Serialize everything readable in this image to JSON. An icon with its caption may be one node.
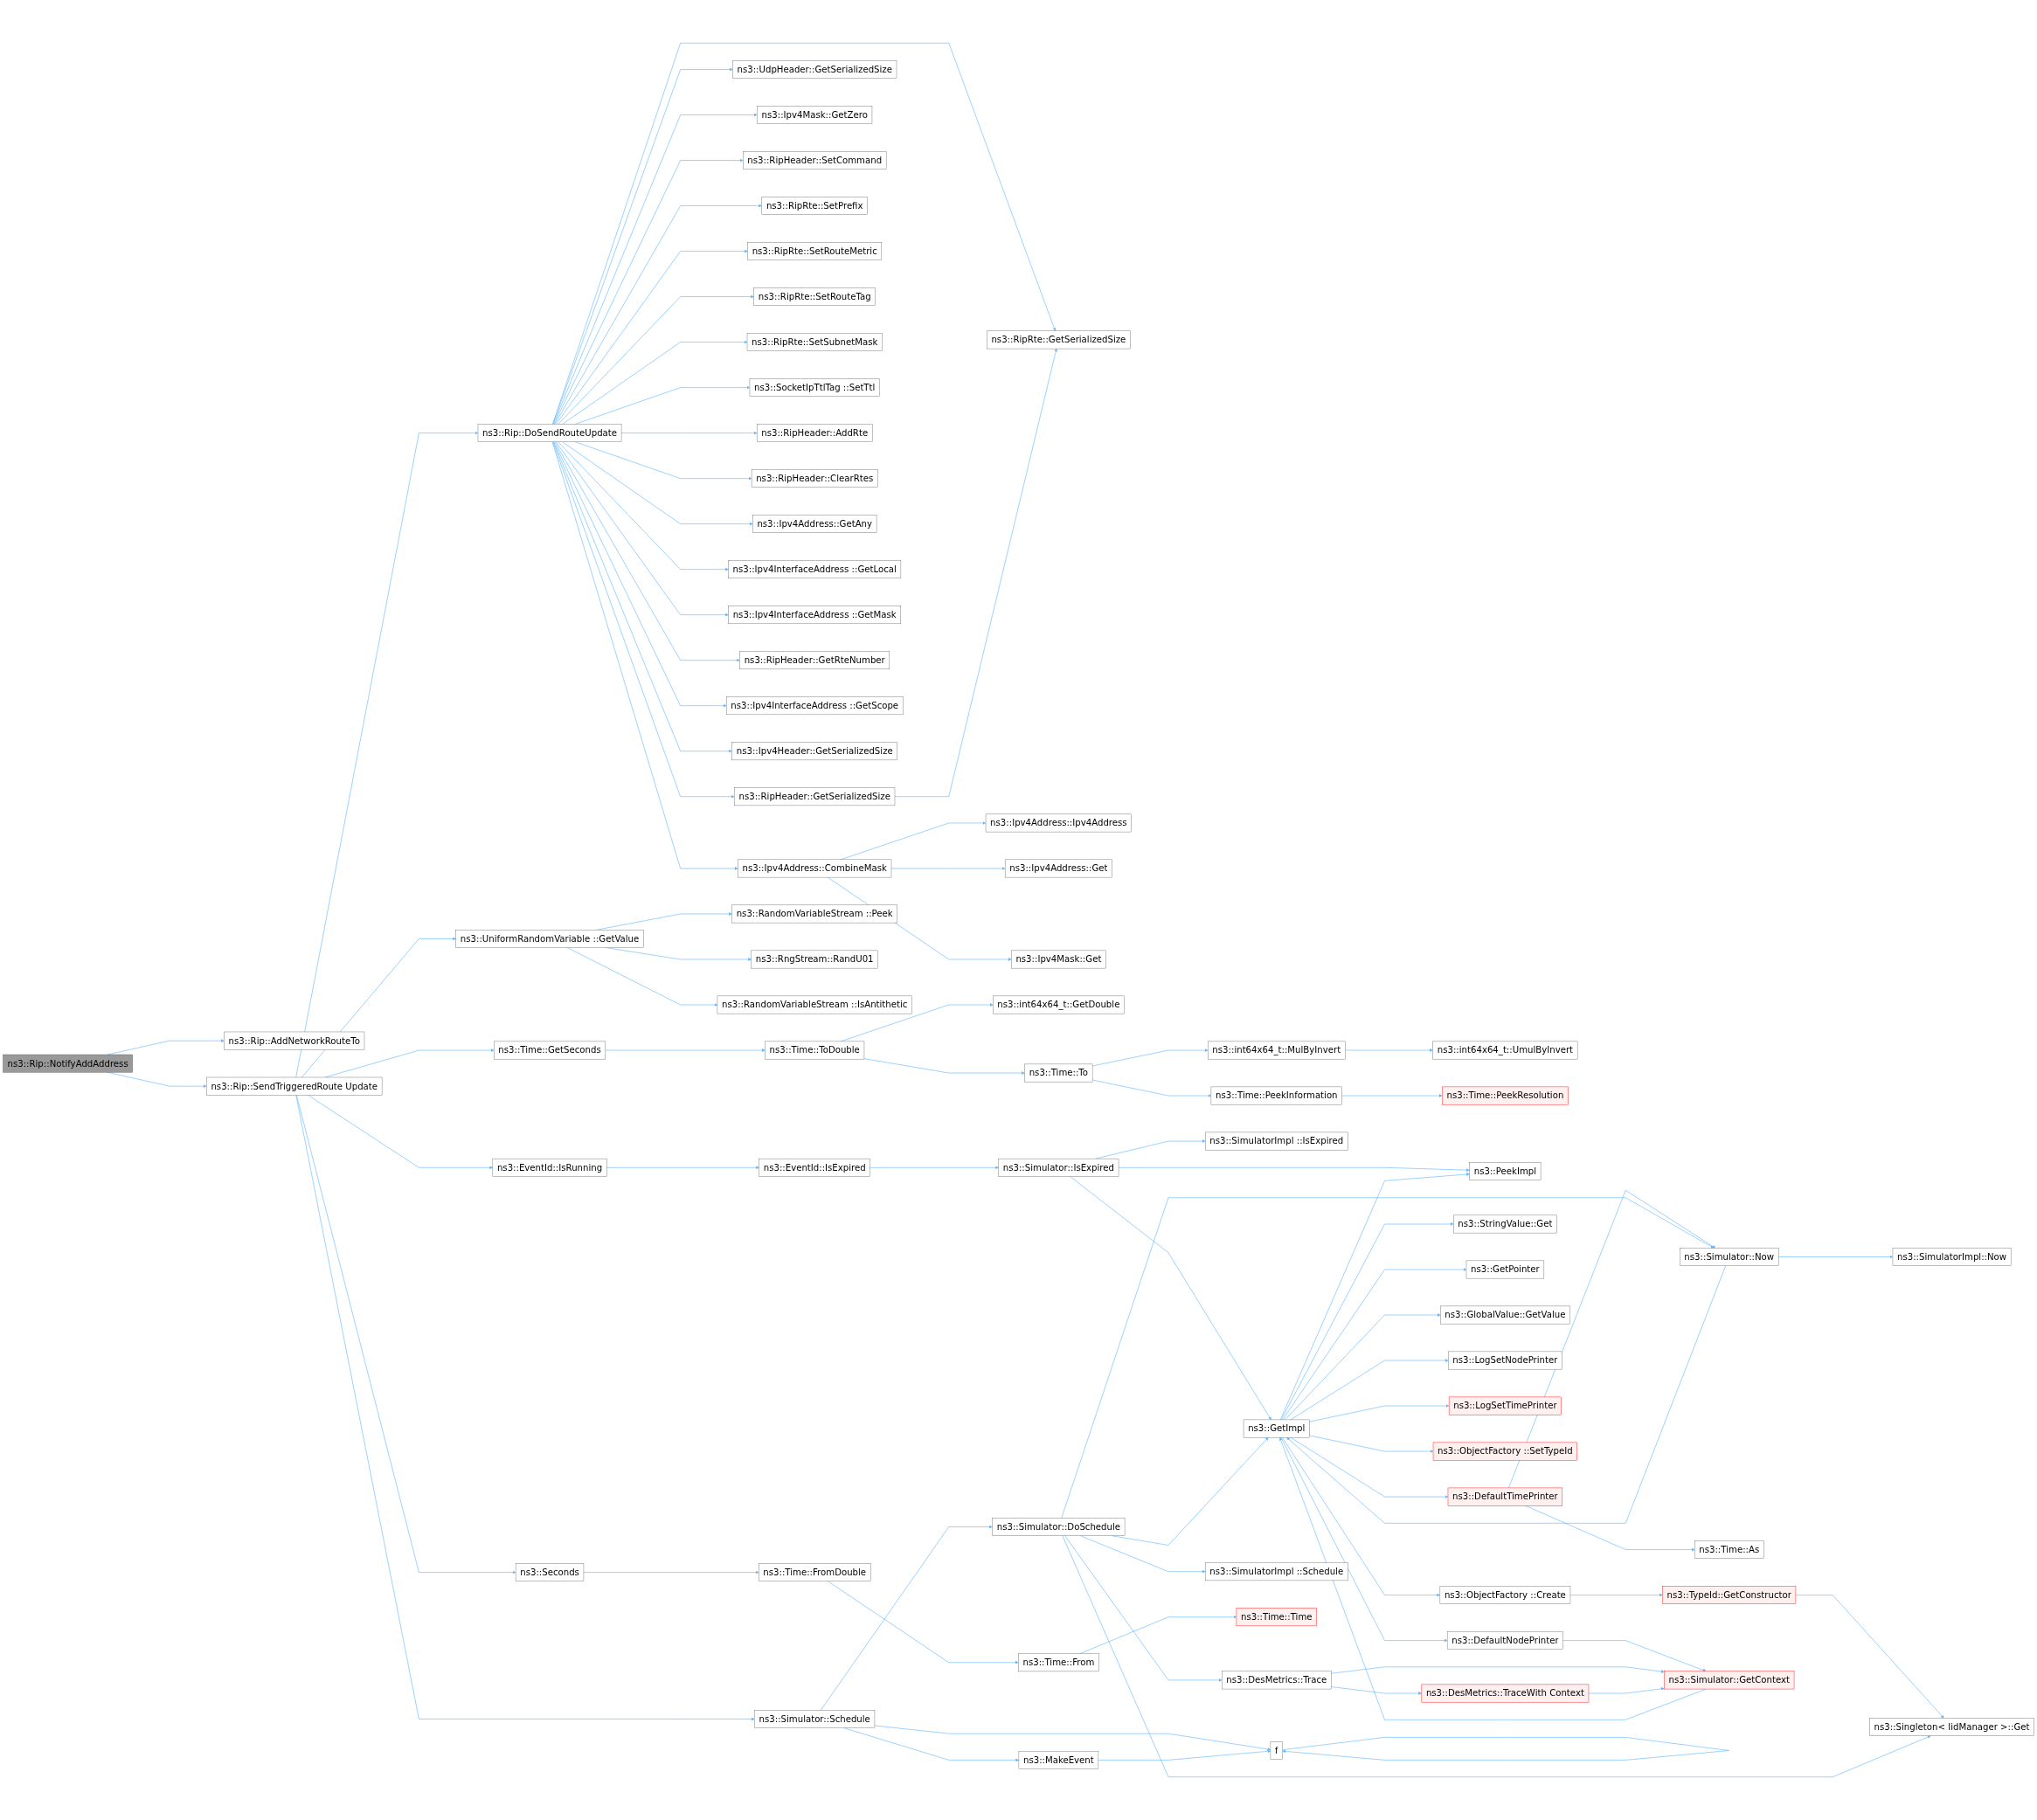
{
  "diagram": {
    "nodes": [
      {
        "text": [
          "ns3::Rip::NotifyAddAddress"
        ]
      },
      {
        "text": [
          "ns3::Rip::AddNetworkRouteTo"
        ]
      },
      {
        "text": [
          "ns3::Rip::SendTriggeredRoute Update"
        ]
      },
      {
        "text": [
          "ns3::Rip::DoSendRouteUpdate"
        ]
      },
      {
        "text": [
          "ns3::RipHeader::GetSerializedSize"
        ]
      },
      {
        "text": [
          "ns3::UdpHeader::GetSerializedSize"
        ]
      },
      {
        "text": [
          "ns3::Ipv4Mask::GetZero"
        ]
      },
      {
        "text": [
          "ns3::RipHeader::SetCommand"
        ]
      },
      {
        "text": [
          "ns3::RipRte::SetPrefix"
        ]
      },
      {
        "text": [
          "ns3::RipRte::SetRouteMetric"
        ]
      },
      {
        "text": [
          "ns3::RipRte::SetRouteTag"
        ]
      },
      {
        "text": [
          "ns3::RipRte::SetSubnetMask"
        ]
      },
      {
        "text": [
          "ns3::SocketIpTtlTag ::SetTtl"
        ]
      },
      {
        "text": [
          "ns3::RipHeader::AddRte"
        ]
      },
      {
        "text": [
          "ns3::RipHeader::ClearRtes"
        ]
      },
      {
        "text": [
          "ns3::RipRte::GetSerializedSize"
        ]
      },
      {
        "text": [
          "ns3::Ipv4Address::GetAny"
        ]
      },
      {
        "text": [
          "ns3::Ipv4InterfaceAddress ::GetLocal"
        ]
      },
      {
        "text": [
          "ns3::Ipv4InterfaceAddress ::GetMask"
        ]
      },
      {
        "text": [
          "ns3::RipHeader::GetRteNumber"
        ]
      },
      {
        "text": [
          "ns3::Ipv4InterfaceAddress ::GetScope"
        ]
      },
      {
        "text": [
          "ns3::Ipv4Header::GetSerializedSize"
        ]
      },
      {
        "text": [
          "ns3::Ipv4Address::CombineMask"
        ]
      },
      {
        "text": [
          "ns3::Ipv4Address::Ipv4Address"
        ]
      },
      {
        "text": [
          "ns3::Ipv4Address::Get"
        ]
      },
      {
        "text": [
          "ns3::Ipv4Mask::Get"
        ]
      },
      {
        "text": [
          "ns3::Time::GetSeconds"
        ]
      },
      {
        "text": [
          "ns3::Time::ToDouble"
        ]
      },
      {
        "text": [
          "ns3::int64x64_t::GetDouble"
        ]
      },
      {
        "text": [
          "ns3::Time::To"
        ]
      },
      {
        "text": [
          "ns3::int64x64_t::MulByInvert"
        ]
      },
      {
        "text": [
          "ns3::int64x64_t::UmulByInvert"
        ]
      },
      {
        "text": [
          "ns3::Time::PeekInformation"
        ]
      },
      {
        "text": [
          "ns3::Time::PeekResolution"
        ]
      },
      {
        "text": [
          "ns3::UniformRandomVariable ::GetValue"
        ]
      },
      {
        "text": [
          "ns3::RandomVariableStream ::Peek"
        ]
      },
      {
        "text": [
          "ns3::RngStream::RandU01"
        ]
      },
      {
        "text": [
          "ns3::RandomVariableStream ::IsAntithetic"
        ]
      },
      {
        "text": [
          "ns3::EventId::IsRunning"
        ]
      },
      {
        "text": [
          "ns3::EventId::IsExpired"
        ]
      },
      {
        "text": [
          "ns3::Simulator::IsExpired"
        ]
      },
      {
        "text": [
          "ns3::SimulatorImpl ::IsExpired"
        ]
      },
      {
        "text": [
          "ns3::PeekImpl"
        ]
      },
      {
        "text": [
          "ns3::Simulator::Schedule"
        ]
      },
      {
        "text": [
          "ns3::MakeEvent"
        ]
      },
      {
        "text": [
          "f"
        ]
      },
      {
        "text": [
          "ns3::Simulator::Now"
        ]
      },
      {
        "text": [
          "ns3::SimulatorImpl::Now"
        ]
      },
      {
        "text": [
          "ns3::DefaultTimePrinter"
        ]
      },
      {
        "text": [
          "ns3::Time::As"
        ]
      },
      {
        "text": [
          "ns3::StringValue::Get"
        ]
      },
      {
        "text": [
          "ns3::GetPointer"
        ]
      },
      {
        "text": [
          "ns3::GlobalValue::GetValue"
        ]
      },
      {
        "text": [
          "ns3::GetImpl"
        ]
      },
      {
        "text": [
          "ns3::LogSetNodePrinter"
        ]
      },
      {
        "text": [
          "ns3::LogSetTimePrinter"
        ]
      },
      {
        "text": [
          "ns3::ObjectFactory ::SetTypeId"
        ]
      },
      {
        "text": [
          "ns3::ObjectFactory ::Create"
        ]
      },
      {
        "text": [
          "ns3::TypeId::GetConstructor"
        ]
      },
      {
        "text": [
          "ns3::DefaultNodePrinter"
        ]
      },
      {
        "text": [
          "ns3::Simulator::GetContext"
        ]
      },
      {
        "text": [
          "ns3::Singleton< IidManager >::Get"
        ]
      },
      {
        "text": [
          "ns3::Seconds"
        ]
      },
      {
        "text": [
          "ns3::Simulator::DoSchedule"
        ]
      },
      {
        "text": [
          "ns3::DesMetrics::Trace"
        ]
      },
      {
        "text": [
          "ns3::DesMetrics::TraceWith Context"
        ]
      },
      {
        "text": [
          "ns3::Time::FromDouble"
        ]
      },
      {
        "text": [
          "ns3::Time::From"
        ]
      },
      {
        "text": [
          "ns3::SimulatorImpl ::Schedule"
        ]
      },
      {
        "text": [
          "ns3::Time::Time"
        ]
      }
    ],
    "edges": [
      {
        "from": 0,
        "to": 1,
        "arrow": "to"
      },
      {
        "from": 0,
        "to": 2,
        "arrow": "to"
      },
      {
        "from": 2,
        "to": 3,
        "arrow": "to"
      },
      {
        "from": 2,
        "to": 26,
        "arrow": "to"
      },
      {
        "from": 2,
        "to": 34,
        "arrow": "to"
      },
      {
        "from": 2,
        "to": 38,
        "arrow": "to"
      },
      {
        "from": 2,
        "to": 43,
        "arrow": "to"
      },
      {
        "from": 2,
        "to": 62,
        "arrow": "to"
      },
      {
        "from": 3,
        "to": 4,
        "arrow": "to"
      },
      {
        "from": 3,
        "to": 5,
        "arrow": "to"
      },
      {
        "from": 3,
        "to": 6,
        "arrow": "to"
      },
      {
        "from": 3,
        "to": 7,
        "arrow": "to"
      },
      {
        "from": 3,
        "to": 8,
        "arrow": "to"
      },
      {
        "from": 3,
        "to": 9,
        "arrow": "to"
      },
      {
        "from": 3,
        "to": 10,
        "arrow": "to"
      },
      {
        "from": 3,
        "to": 11,
        "arrow": "to"
      },
      {
        "from": 3,
        "to": 12,
        "arrow": "to"
      },
      {
        "from": 3,
        "to": 13,
        "arrow": "to"
      },
      {
        "from": 3,
        "to": 14,
        "arrow": "to"
      },
      {
        "from": 3,
        "to": 15,
        "arrow": "to"
      },
      {
        "from": 3,
        "to": 16,
        "arrow": "to"
      },
      {
        "from": 3,
        "to": 17,
        "arrow": "to"
      },
      {
        "from": 3,
        "to": 18,
        "arrow": "to"
      },
      {
        "from": 3,
        "to": 19,
        "arrow": "to"
      },
      {
        "from": 3,
        "to": 20,
        "arrow": "to"
      },
      {
        "from": 3,
        "to": 21,
        "arrow": "to"
      },
      {
        "from": 3,
        "to": 22,
        "arrow": "to"
      },
      {
        "from": 4,
        "to": 15,
        "arrow": "to"
      },
      {
        "from": 22,
        "to": 23,
        "arrow": "to"
      },
      {
        "from": 22,
        "to": 24,
        "arrow": "to"
      },
      {
        "from": 22,
        "to": 25,
        "arrow": "to"
      },
      {
        "from": 26,
        "to": 27,
        "arrow": "to"
      },
      {
        "from": 27,
        "to": 28,
        "arrow": "to"
      },
      {
        "from": 27,
        "to": 29,
        "arrow": "to"
      },
      {
        "from": 29,
        "to": 30,
        "arrow": "to"
      },
      {
        "from": 29,
        "to": 32,
        "arrow": "to"
      },
      {
        "from": 30,
        "to": 31,
        "arrow": "to"
      },
      {
        "from": 32,
        "to": 33,
        "arrow": "to"
      },
      {
        "from": 34,
        "to": 35,
        "arrow": "to"
      },
      {
        "from": 34,
        "to": 36,
        "arrow": "to"
      },
      {
        "from": 34,
        "to": 37,
        "arrow": "to"
      },
      {
        "from": 38,
        "to": 39,
        "arrow": "to"
      },
      {
        "from": 39,
        "to": 40,
        "arrow": "to"
      },
      {
        "from": 40,
        "to": 41,
        "arrow": "to"
      },
      {
        "from": 40,
        "to": 42,
        "arrow": "to"
      },
      {
        "from": 40,
        "to": 53,
        "arrow": "to"
      },
      {
        "from": 43,
        "to": 44,
        "arrow": "to"
      },
      {
        "from": 43,
        "to": 45,
        "arrow": "to"
      },
      {
        "from": 43,
        "to": 63,
        "arrow": "to"
      },
      {
        "from": 44,
        "to": 45,
        "arrow": "to"
      },
      {
        "from": 45,
        "to": 45,
        "arrow": "to"
      },
      {
        "from": 46,
        "to": 47,
        "arrow": "to"
      },
      {
        "from": 46,
        "to": 53,
        "arrow": "to"
      },
      {
        "from": 48,
        "to": 46,
        "arrow": "to"
      },
      {
        "from": 48,
        "to": 49,
        "arrow": "to"
      },
      {
        "from": 53,
        "to": 42,
        "arrow": "to"
      },
      {
        "from": 53,
        "to": 48,
        "arrow": "to"
      },
      {
        "from": 53,
        "to": 50,
        "arrow": "to"
      },
      {
        "from": 53,
        "to": 51,
        "arrow": "to"
      },
      {
        "from": 53,
        "to": 52,
        "arrow": "to"
      },
      {
        "from": 53,
        "to": 54,
        "arrow": "to"
      },
      {
        "from": 53,
        "to": 55,
        "arrow": "to"
      },
      {
        "from": 53,
        "to": 56,
        "arrow": "to"
      },
      {
        "from": 53,
        "to": 57,
        "arrow": "to"
      },
      {
        "from": 53,
        "to": 59,
        "arrow": "to"
      },
      {
        "from": 57,
        "to": 58,
        "arrow": "to"
      },
      {
        "from": 58,
        "to": 61,
        "arrow": "to"
      },
      {
        "from": 59,
        "to": 60,
        "arrow": "to"
      },
      {
        "from": 60,
        "to": 53,
        "arrow": "to"
      },
      {
        "from": 62,
        "to": 66,
        "arrow": "to"
      },
      {
        "from": 63,
        "to": 46,
        "arrow": "to"
      },
      {
        "from": 63,
        "to": 53,
        "arrow": "to"
      },
      {
        "from": 63,
        "to": 64,
        "arrow": "to"
      },
      {
        "from": 63,
        "to": 68,
        "arrow": "to"
      },
      {
        "from": 63,
        "to": 61,
        "arrow": "to"
      },
      {
        "from": 64,
        "to": 65,
        "arrow": "to"
      },
      {
        "from": 64,
        "to": 60,
        "arrow": "to"
      },
      {
        "from": 65,
        "to": 60,
        "arrow": "to"
      },
      {
        "from": 66,
        "to": 67,
        "arrow": "to"
      },
      {
        "from": 67,
        "to": 69,
        "arrow": "to"
      }
    ]
  }
}
